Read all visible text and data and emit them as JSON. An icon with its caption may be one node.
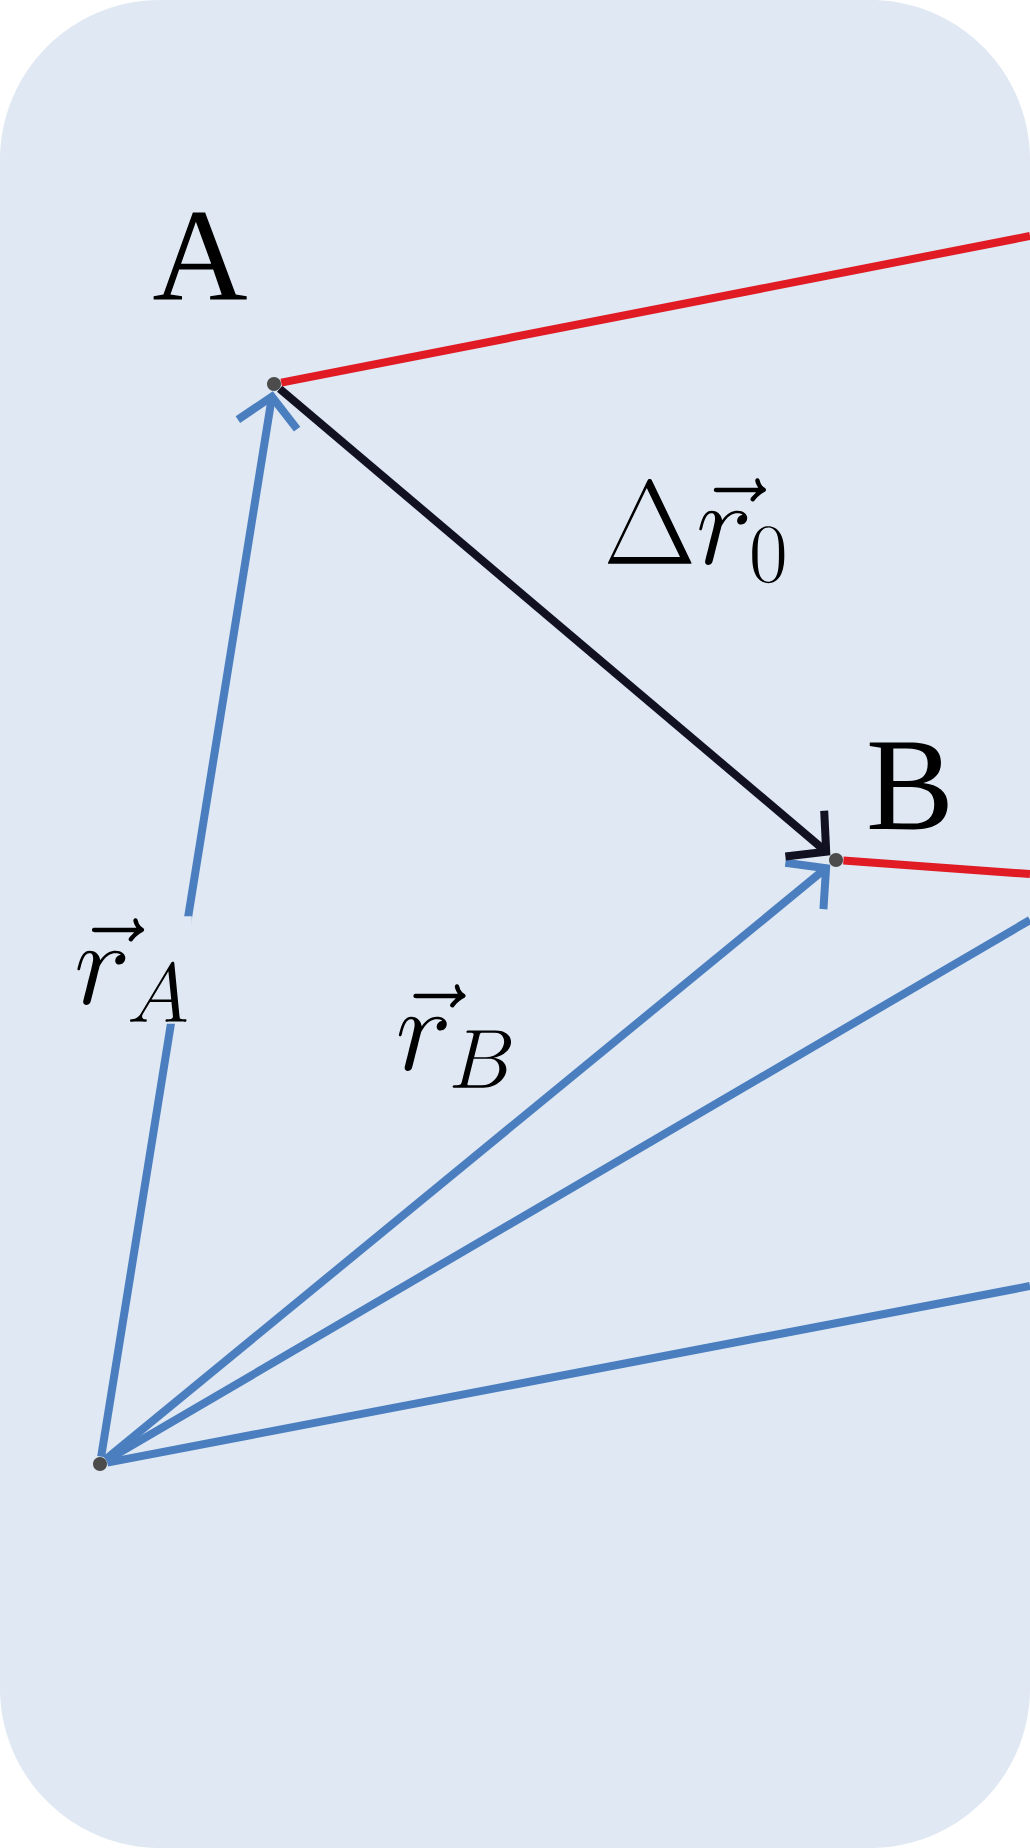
{
  "diagram": {
    "nodes": [
      {
        "text": [],
        "shape": "point",
        "beside": [
          "A"
        ]
      },
      {
        "text": [],
        "shape": "point",
        "beside": [
          "B"
        ]
      },
      {
        "text": [],
        "shape": "point"
      }
    ],
    "edges": [
      {
        "from": 2,
        "to": 0,
        "arrow": "to",
        "color": "#4a7ebf",
        "label": "\\vec{r}_A"
      },
      {
        "from": 2,
        "to": 1,
        "arrow": "to",
        "color": "#4a7ebf",
        "label": "\\vec{r}_B"
      },
      {
        "from": 0,
        "to": 1,
        "arrow": "to",
        "color": "#111122",
        "label": "\\Delta\\vec{r}_0"
      },
      {
        "from": 0,
        "to": null,
        "arrow": "none",
        "color": "#e01b24"
      },
      {
        "from": 1,
        "to": null,
        "arrow": "none",
        "color": "#e01b24"
      },
      {
        "from": 2,
        "to": null,
        "arrow": "none",
        "color": "#4a7ebf"
      },
      {
        "from": 2,
        "to": null,
        "arrow": "none",
        "color": "#4a7ebf"
      }
    ]
  }
}
